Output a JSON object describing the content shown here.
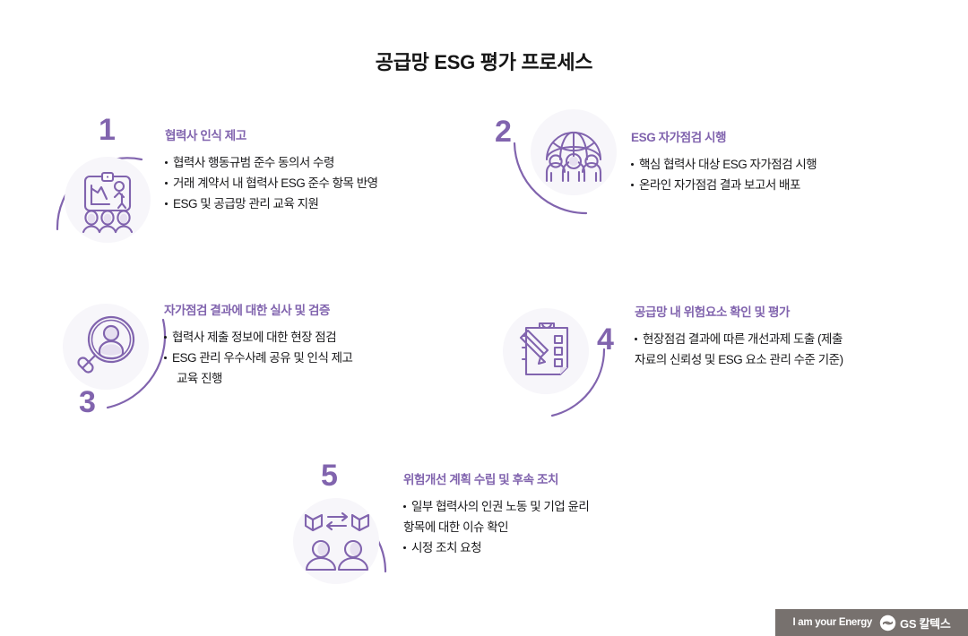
{
  "page": {
    "title": "공급망 ESG 평가 프로세스",
    "accent_color": "#8164ae",
    "icon_circle_color": "#f7f6fa",
    "body_text_color": "#18181a"
  },
  "steps": [
    {
      "number": "1",
      "icon": "presentation-people-icon",
      "heading": "협력사 인식 제고",
      "items": [
        {
          "text": "협력사 행동규범 준수 동의서 수령",
          "bullet": true
        },
        {
          "text": "거래 계약서 내 협력사 ESG 준수 항목 반영",
          "bullet": true
        },
        {
          "text": "ESG 및 공급망 관리 교육 지원",
          "bullet": true
        }
      ]
    },
    {
      "number": "2",
      "icon": "globe-people-icon",
      "heading": "ESG 자가점검 시행",
      "items": [
        {
          "text": "핵심 협력사 대상 ESG 자가점검 시행",
          "bullet": true
        },
        {
          "text": "온라인 자가점검 결과 보고서 배포",
          "bullet": true
        }
      ]
    },
    {
      "number": "3",
      "icon": "magnifier-person-icon",
      "heading": "자가점검 결과에 대한 실사 및 검증",
      "items": [
        {
          "text": "협력사 제출 정보에 대한 현장 점검",
          "bullet": true
        },
        {
          "text": "ESG 관리 우수사례 공유 및 인식 제고",
          "bullet": true
        },
        {
          "text": "교육 진행",
          "bullet": false
        }
      ]
    },
    {
      "number": "4",
      "icon": "clipboard-pencil-icon",
      "heading": "공급망 내 위험요소 확인 및 평가",
      "items": [
        {
          "text": "현장점검 결과에 따른 개선과제 도출 (제출",
          "bullet": true
        },
        {
          "text": "자료의 신뢰성 및 ESG 요소 관리 수준 기준)",
          "bullet": false
        }
      ]
    },
    {
      "number": "5",
      "icon": "people-exchange-icon",
      "heading": "위험개선 계획 수립 및 후속 조치",
      "items": [
        {
          "text": "일부 협력사의 인권 노동 및 기업 윤리",
          "bullet": true
        },
        {
          "text": "항목에 대한 이슈 확인",
          "bullet": false
        },
        {
          "text": "시정 조치 요청",
          "bullet": true
        }
      ]
    }
  ],
  "footer": {
    "tagline": "I am your Energy",
    "brand": "GS 칼텍스",
    "logo_icon": "gs-caltex-logo-icon",
    "bar_color": "#77716e"
  }
}
